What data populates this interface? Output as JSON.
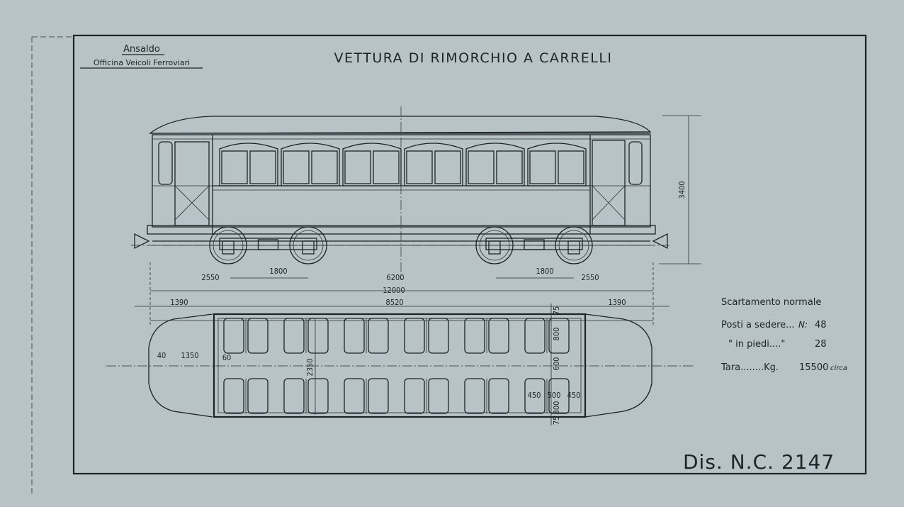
{
  "maker": {
    "company": "Ansaldo",
    "division": "Officina Veicoli Ferroviari"
  },
  "title": "VETTURA DI RIMORCHIO A CARRELLI",
  "side_view_dims": {
    "height": "3400",
    "end_left": "2550",
    "wheelbase_left": "1800",
    "bogie_centers": "6200",
    "wheelbase_right": "1800",
    "end_right": "2550",
    "overall_length": "12000",
    "platform_left": "1390",
    "body_length": "8520",
    "platform_right": "1390"
  },
  "plan_view_dims": {
    "a": "40",
    "b": "1350",
    "c": "60",
    "width": "2350",
    "edge_top": "75",
    "seat_top": "800",
    "aisle": "600",
    "seat_bottom": "800",
    "edge_bottom": "75",
    "seat_depth_left": "450",
    "seat_spacing": "500",
    "seat_depth_right": "450"
  },
  "specs": {
    "gauge": "Scartamento normale",
    "seated_label": "Posti a sedere...",
    "seated_prefix": "N:",
    "seated_value": "48",
    "standing_label": "\"  in piedi....\"",
    "standing_value": "28",
    "tare_label": "Tara........Kg.",
    "tare_value": "15500",
    "tare_suffix": "circa"
  },
  "drawing_number": "Dis. N.C. 2147"
}
